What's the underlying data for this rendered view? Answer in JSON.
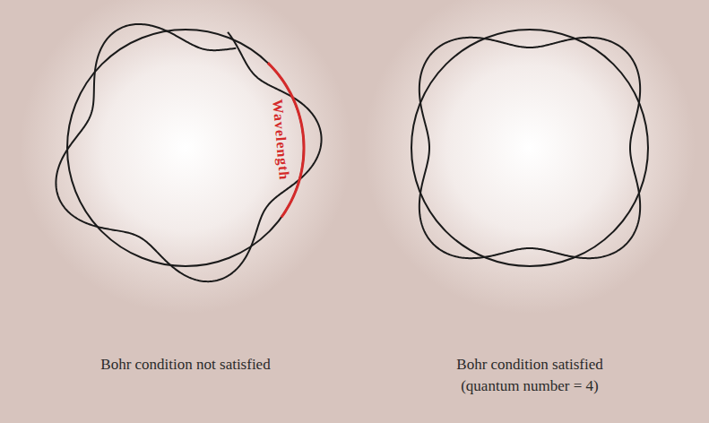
{
  "diagram": {
    "labels": [
      "Wavelength",
      "Bohr condition not satisfied",
      "Bohr condition satisfied (quantum number = 4)"
    ]
  }
}
